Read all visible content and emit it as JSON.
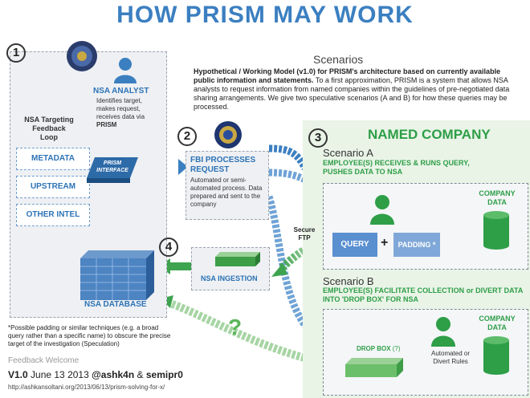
{
  "title": "HOW PRISM MAY WORK",
  "scenarios": {
    "heading": "Scenarios",
    "intro_bold": "Hypothetical / Working Model (v1.0) for PRISM's architecture based on currently available public information and statements.",
    "intro_rest": " To a first approximation, PRISM is a system that allows NSA analysts to request information from named companies within the guidelines of pre-negotiated data sharing arrangements. We give two speculative scenarios (A and B) for how these queries may be processed."
  },
  "step1": {
    "number": "1",
    "analyst_title": "NSA ANALYST",
    "analyst_desc": "Identifies target, makes request, receives data via",
    "analyst_desc_bold": "PRISM",
    "loop_title": "NSA Targeting Feedback Loop",
    "loop_items": [
      "METADATA",
      "UPSTREAM",
      "OTHER INTEL"
    ],
    "prism_label": "PRISM",
    "interface_label": "INTERFACE",
    "database_label": "NSA DATABASE"
  },
  "step2": {
    "number": "2",
    "title": "FBI PROCESSES REQUEST",
    "desc": "Automated or semi-automated process. Data prepared and sent to the company"
  },
  "step3": {
    "number": "3",
    "company_header": "NAMED COMPANY",
    "scenario_a_label": "Scenario A",
    "scenario_a_desc": "EMPLOYEE(S) RECEIVES & RUNS QUERY, PUSHES DATA TO NSA",
    "query_label": "QUERY",
    "plus": "+",
    "padding_label": "PADDING *",
    "company_data_a": "COMPANY DATA",
    "secure_ftp": "Secure FTP",
    "scenario_b_label": "Scenario B",
    "scenario_b_desc": "EMPLOYEE(S) FACILITATE COLLECTION or DIVERT DATA INTO 'DROP BOX' FOR NSA",
    "drop_box": "DROP BOX",
    "drop_box_note": "(?)",
    "automated_rules": "Automated or Divert Rules",
    "company_data_b": "COMPANY DATA"
  },
  "step4": {
    "number": "4",
    "ingestion": "NSA INGESTION"
  },
  "question_mark": "?",
  "footnote": "*Possible padding or similar techniques (e.g. a broad query rather than a specific name) to obscure the precise target of the investigation (Speculation)",
  "feedback": "Feedback Welcome",
  "credits": {
    "version": "V1.0",
    "date": "June 13 2013",
    "author1": "@ashk4n",
    "amp": "&",
    "author2": "semipr0"
  },
  "url": "http://ashkansoltani.org/2013/06/13/prism-solving-for-x/",
  "colors": {
    "blue": "#3b7fc1",
    "green": "#2e9e47",
    "light_green": "#7cc47a",
    "panel": "#eef0f3"
  }
}
